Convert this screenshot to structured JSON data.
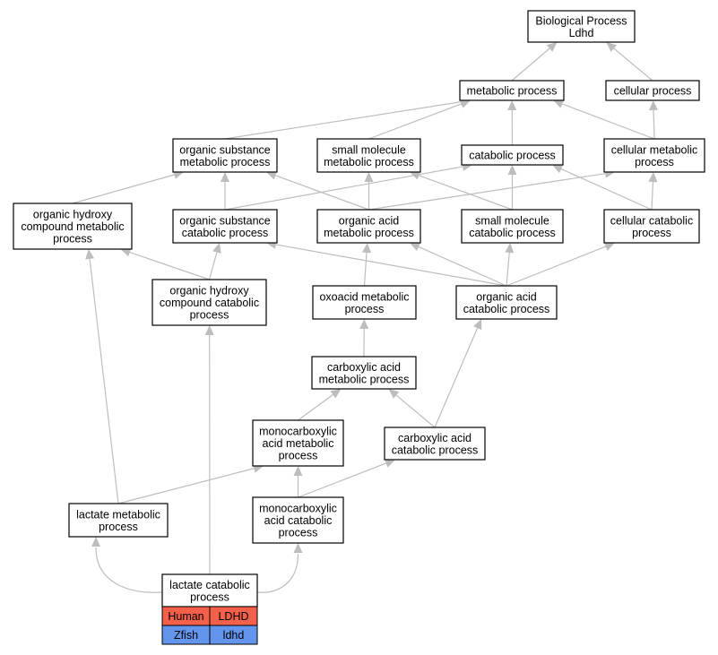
{
  "colors": {
    "edge": "#bdbdbd",
    "human": "#f4604a",
    "zfish": "#6495ed",
    "node_border": "#000000",
    "node_fill": "#ffffff"
  },
  "nodes": [
    {
      "id": "bp",
      "lines": [
        "Biological Process",
        "Ldhd"
      ]
    },
    {
      "id": "metabolic",
      "lines": [
        "metabolic process"
      ]
    },
    {
      "id": "cellular",
      "lines": [
        "cellular process"
      ]
    },
    {
      "id": "org_sub_met",
      "lines": [
        "organic substance",
        "metabolic process"
      ]
    },
    {
      "id": "small_mol_met",
      "lines": [
        "small molecule",
        "metabolic process"
      ]
    },
    {
      "id": "catabolic",
      "lines": [
        "catabolic process"
      ]
    },
    {
      "id": "cell_met",
      "lines": [
        "cellular metabolic",
        "process"
      ]
    },
    {
      "id": "org_hydroxy_met",
      "lines": [
        "organic hydroxy",
        "compound metabolic",
        "process"
      ]
    },
    {
      "id": "org_sub_cat",
      "lines": [
        "organic substance",
        "catabolic process"
      ]
    },
    {
      "id": "org_acid_met",
      "lines": [
        "organic acid",
        "metabolic process"
      ]
    },
    {
      "id": "small_mol_cat",
      "lines": [
        "small molecule",
        "catabolic process"
      ]
    },
    {
      "id": "cell_cat",
      "lines": [
        "cellular catabolic",
        "process"
      ]
    },
    {
      "id": "org_hydroxy_cat",
      "lines": [
        "organic hydroxy",
        "compound catabolic",
        "process"
      ]
    },
    {
      "id": "oxoacid_met",
      "lines": [
        "oxoacid metabolic",
        "process"
      ]
    },
    {
      "id": "org_acid_cat",
      "lines": [
        "organic acid",
        "catabolic process"
      ]
    },
    {
      "id": "carbox_met",
      "lines": [
        "carboxylic acid",
        "metabolic process"
      ]
    },
    {
      "id": "monocarb_met",
      "lines": [
        "monocarboxylic",
        "acid metabolic",
        "process"
      ]
    },
    {
      "id": "carbox_cat",
      "lines": [
        "carboxylic acid",
        "catabolic process"
      ]
    },
    {
      "id": "lactate_met",
      "lines": [
        "lactate metabolic",
        "process"
      ]
    },
    {
      "id": "monocarb_cat",
      "lines": [
        "monocarboxylic",
        "acid catabolic",
        "process"
      ]
    },
    {
      "id": "lactate_cat",
      "lines": [
        "lactate catabolic",
        "process"
      ]
    }
  ],
  "edges": [
    {
      "from": "metabolic",
      "to": "bp"
    },
    {
      "from": "cellular",
      "to": "bp"
    },
    {
      "from": "org_sub_met",
      "to": "metabolic"
    },
    {
      "from": "small_mol_met",
      "to": "metabolic"
    },
    {
      "from": "catabolic",
      "to": "metabolic"
    },
    {
      "from": "cell_met",
      "to": "metabolic"
    },
    {
      "from": "cell_met",
      "to": "cellular"
    },
    {
      "from": "org_hydroxy_met",
      "to": "org_sub_met"
    },
    {
      "from": "org_sub_cat",
      "to": "org_sub_met"
    },
    {
      "from": "org_sub_cat",
      "to": "catabolic"
    },
    {
      "from": "org_acid_met",
      "to": "org_sub_met"
    },
    {
      "from": "org_acid_met",
      "to": "small_mol_met"
    },
    {
      "from": "org_acid_met",
      "to": "cell_met"
    },
    {
      "from": "small_mol_cat",
      "to": "small_mol_met"
    },
    {
      "from": "small_mol_cat",
      "to": "catabolic"
    },
    {
      "from": "cell_cat",
      "to": "catabolic"
    },
    {
      "from": "cell_cat",
      "to": "cell_met"
    },
    {
      "from": "org_hydroxy_cat",
      "to": "org_hydroxy_met"
    },
    {
      "from": "org_hydroxy_cat",
      "to": "org_sub_cat"
    },
    {
      "from": "oxoacid_met",
      "to": "org_acid_met"
    },
    {
      "from": "org_acid_cat",
      "to": "org_sub_cat"
    },
    {
      "from": "org_acid_cat",
      "to": "org_acid_met"
    },
    {
      "from": "org_acid_cat",
      "to": "small_mol_cat"
    },
    {
      "from": "org_acid_cat",
      "to": "cell_cat"
    },
    {
      "from": "carbox_met",
      "to": "oxoacid_met"
    },
    {
      "from": "monocarb_met",
      "to": "carbox_met"
    },
    {
      "from": "carbox_cat",
      "to": "carbox_met"
    },
    {
      "from": "carbox_cat",
      "to": "org_acid_cat"
    },
    {
      "from": "lactate_met",
      "to": "org_hydroxy_met"
    },
    {
      "from": "lactate_met",
      "to": "monocarb_met"
    },
    {
      "from": "monocarb_cat",
      "to": "monocarb_met"
    },
    {
      "from": "monocarb_cat",
      "to": "carbox_cat"
    },
    {
      "from": "lactate_cat",
      "to": "lactate_met"
    },
    {
      "from": "lactate_cat",
      "to": "org_hydroxy_cat"
    },
    {
      "from": "lactate_cat",
      "to": "monocarb_cat"
    }
  ],
  "gene_table": {
    "node": "lactate_cat",
    "rows": [
      {
        "species": "Human",
        "gene": "LDHD",
        "color": "#f4604a"
      },
      {
        "species": "Zfish",
        "gene": "ldhd",
        "color": "#6495ed"
      }
    ]
  }
}
